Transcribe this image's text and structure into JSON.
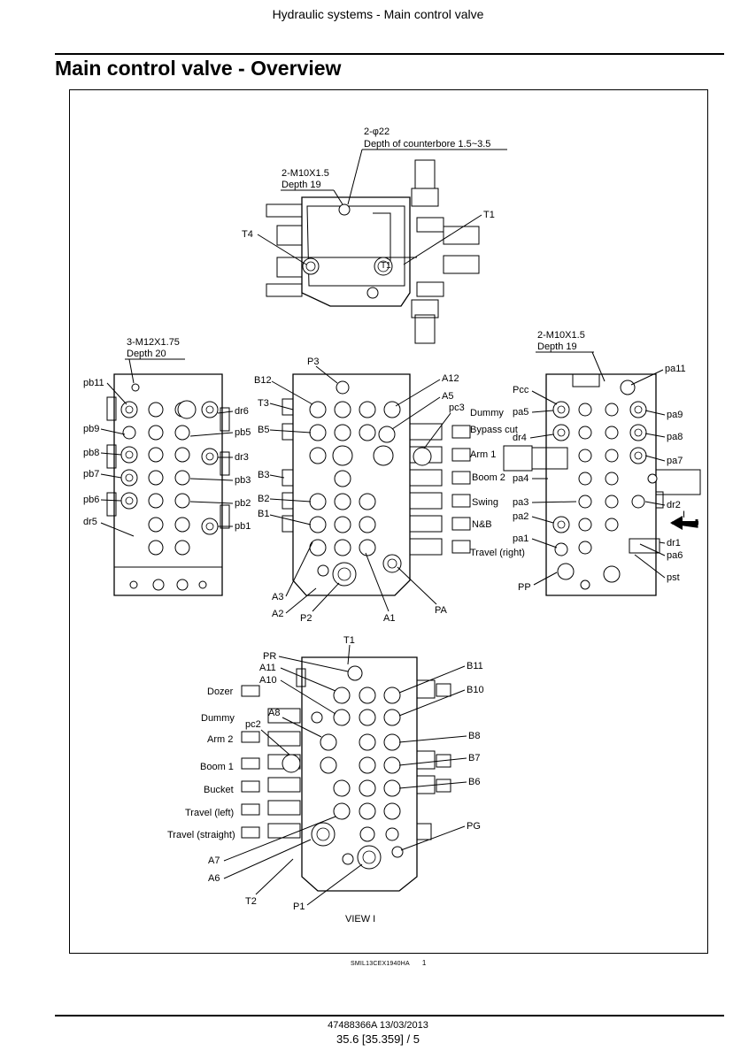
{
  "header": {
    "running_head": "Hydraulic systems - Main control valve"
  },
  "page": {
    "title": "Main control valve - Overview"
  },
  "figure": {
    "caption_code": "SMIL13CEX1940HA",
    "caption_number": "1",
    "top_view": {
      "note_bore": "2-φ22",
      "note_counterbore": "Depth of counterbore 1.5~3.5",
      "note_thread": "2-M10X1.5",
      "note_depth": "Depth 19",
      "labels": {
        "t4": "T4",
        "t1": "T1",
        "port_t1": "T1"
      }
    },
    "left_view": {
      "note_thread": "3-M12X1.75",
      "note_depth": "Depth 20",
      "labels": {
        "pb11": "pb11",
        "dr6": "dr6",
        "pb9": "pb9",
        "pb5": "pb5",
        "pb8": "pb8",
        "dr3": "dr3",
        "pb7": "pb7",
        "pb3": "pb3",
        "pb6": "pb6",
        "pb2": "pb2",
        "dr5": "dr5",
        "pb1": "pb1"
      }
    },
    "front_view": {
      "labels": {
        "p3": "P3",
        "b12": "B12",
        "a12": "A12",
        "a5": "A5",
        "t3": "T3",
        "pc3": "pc3",
        "b5": "B5",
        "b3": "B3",
        "b2": "B2",
        "b1": "B1",
        "a3": "A3",
        "a2": "A2",
        "p2": "P2",
        "a1": "A1",
        "pa": "PA"
      },
      "functions": [
        "Dummy",
        "Bypass cut",
        "Arm 1",
        "Boom 2",
        "Swing",
        "N&B",
        "Travel (right)"
      ]
    },
    "right_view": {
      "note_thread": "2-M10X1.5",
      "note_depth": "Depth 19",
      "labels": {
        "pa11": "pa11",
        "pcc": "Pcc",
        "pa5": "pa5",
        "pa9": "pa9",
        "dr4": "dr4",
        "pa8": "pa8",
        "pa7": "pa7",
        "pa4": "pa4",
        "dr2": "dr2",
        "pa3": "pa3",
        "pa2": "pa2",
        "i": "I",
        "pa1": "pa1",
        "dr1": "dr1",
        "pa6": "pa6",
        "pp": "PP",
        "pst": "pst"
      }
    },
    "bottom_view": {
      "labels": {
        "t1": "T1",
        "pr": "PR",
        "a11": "A11",
        "a10": "A10",
        "b11": "B11",
        "b10": "B10",
        "a8": "A8",
        "pc2": "pc2",
        "b8": "B8",
        "b7": "B7",
        "b6": "B6",
        "pg": "PG",
        "a7": "A7",
        "a6": "A6",
        "t2": "T2",
        "p1": "P1",
        "view": "VIEW I"
      },
      "functions": [
        "Dozer",
        "Dummy",
        "Arm 2",
        "Boom 1",
        "Bucket",
        "Travel (left)",
        "Travel (straight)"
      ]
    }
  },
  "footer": {
    "doc_ref": "47488366A 13/03/2013",
    "page_ref": "35.6 [35.359] / 5"
  }
}
